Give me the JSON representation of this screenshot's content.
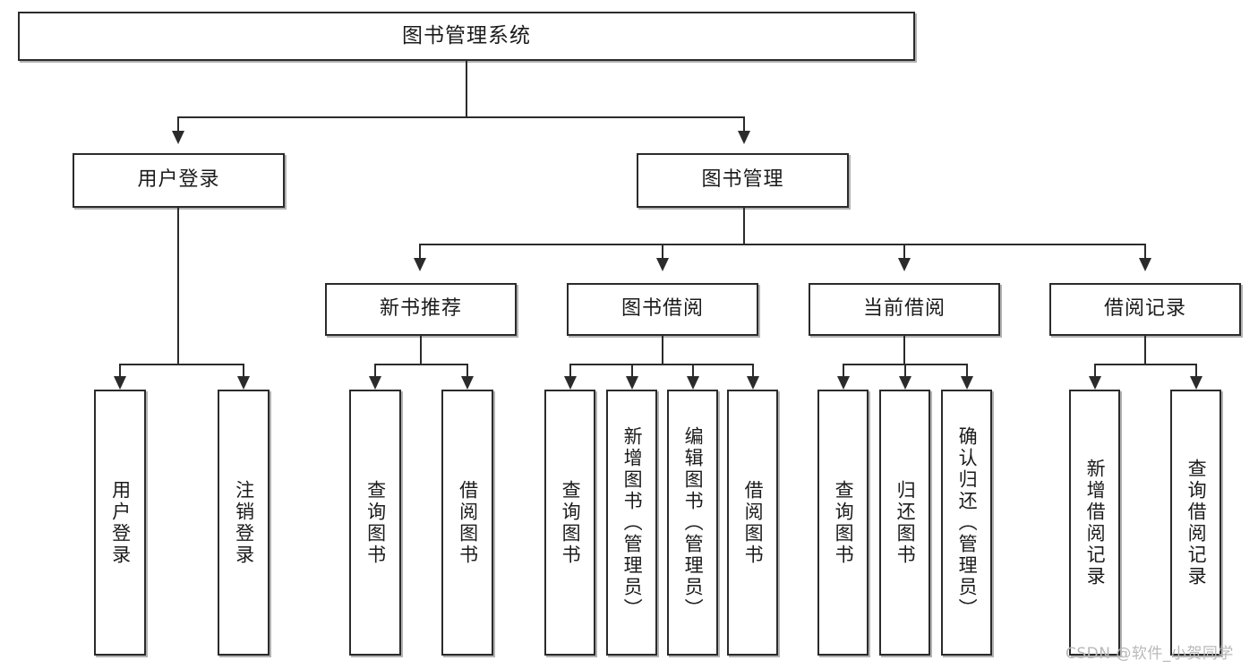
{
  "diagram": {
    "type": "tree-hierarchy",
    "title": "图书管理系统",
    "root": {
      "label": "图书管理系统"
    },
    "level2": [
      {
        "label": "用户登录"
      },
      {
        "label": "图书管理"
      }
    ],
    "level3": [
      {
        "label": "新书推荐"
      },
      {
        "label": "图书借阅"
      },
      {
        "label": "当前借阅"
      },
      {
        "label": "借阅记录"
      }
    ],
    "leaves": {
      "user_login": [
        {
          "label": "用户登录"
        },
        {
          "label": "注销登录"
        }
      ],
      "new_book_recommend": [
        {
          "label": "查询图书"
        },
        {
          "label": "借阅图书"
        }
      ],
      "book_borrow": [
        {
          "label": "查询图书"
        },
        {
          "label": "新增图书（管理员）"
        },
        {
          "label": "编辑图书（管理员）"
        },
        {
          "label": "借阅图书"
        }
      ],
      "current_borrow": [
        {
          "label": "查询图书"
        },
        {
          "label": "归还图书"
        },
        {
          "label": "确认归还（管理员）"
        }
      ],
      "borrow_record": [
        {
          "label": "新增借阅记录"
        },
        {
          "label": "查询借阅记录"
        }
      ]
    }
  },
  "watermark": {
    "text": "CSDN @软件_小贺同学"
  },
  "colors": {
    "stroke": "#2b2b2b",
    "fill": "#ffffff",
    "text": "#1b1b1b",
    "watermark": "#b9b9b9"
  }
}
